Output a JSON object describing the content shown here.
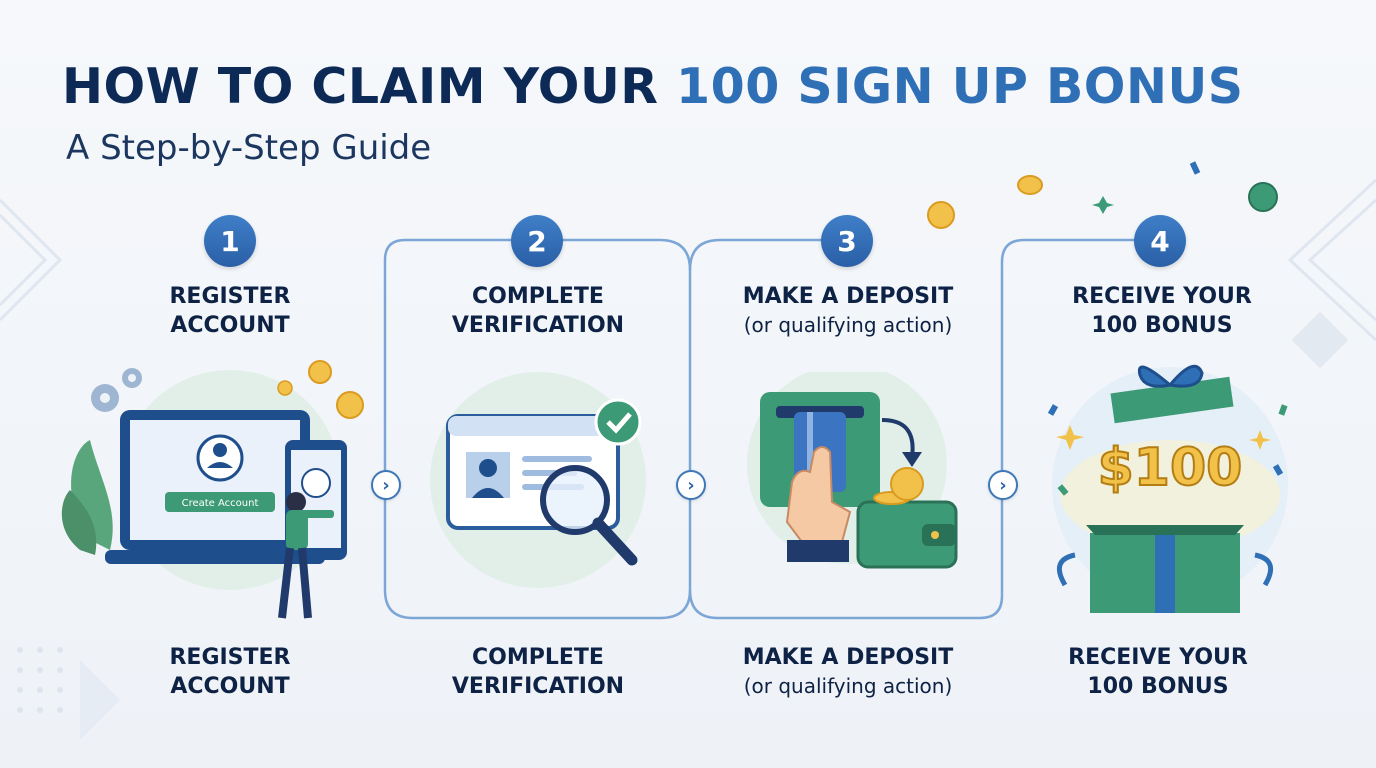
{
  "header": {
    "title_main": "HOW TO CLAIM YOUR",
    "title_accent": "100 SIGN UP BONUS",
    "subtitle": "A Step-by-Step Guide"
  },
  "steps": [
    {
      "number": "1",
      "line1": "REGISTER",
      "line2": "ACCOUNT",
      "button": "Create Account",
      "bottom_line1": "REGISTER",
      "bottom_line2": "ACCOUNT"
    },
    {
      "number": "2",
      "line1": "COMPLETE",
      "line2": "VERIFICATION",
      "bottom_line1": "COMPLETE",
      "bottom_line2": "VERIFICATION"
    },
    {
      "number": "3",
      "line1": "MAKE A DEPOSIT",
      "line2": "(or qualifying action)",
      "bottom_line1": "MAKE A DEPOSIT",
      "bottom_line2": "(or qualifying action)"
    },
    {
      "number": "4",
      "line1": "RECEIVE YOUR",
      "line2": "100 BONUS",
      "amount": "$100",
      "bottom_line1": "RECEIVE YOUR",
      "bottom_line2": "100 BONUS"
    }
  ],
  "colors": {
    "navy": "#0d2a57",
    "accent_blue": "#2f6fb6",
    "green": "#3d9a76"
  },
  "icons": [
    "chevron-right-icon",
    "gear-icon",
    "coin-icon",
    "checkmark-icon",
    "magnifier-icon",
    "card-icon",
    "wallet-icon",
    "gift-icon"
  ]
}
